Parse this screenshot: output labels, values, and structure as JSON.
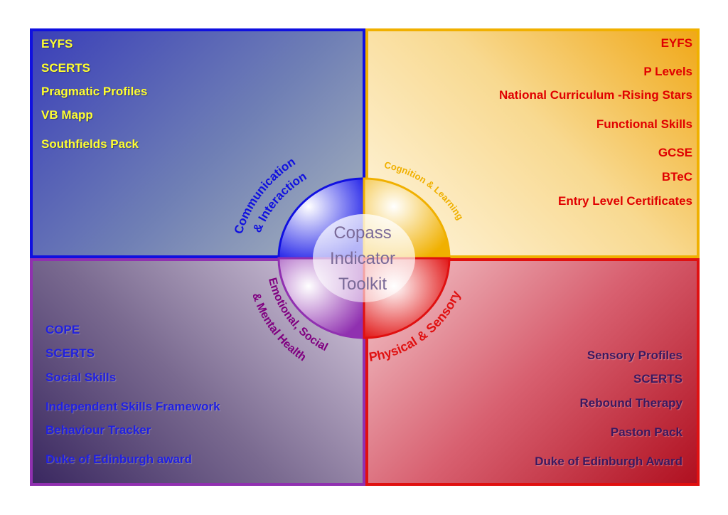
{
  "center": {
    "line1": "Copass",
    "line2": "Indicator",
    "line3": "Toolkit"
  },
  "arcs": {
    "communication_line1": "Communication",
    "communication_line2": "& Interaction",
    "cognition": "Cognition & Learning",
    "emotional_line1": "Emotional, Social",
    "emotional_line2": "& Mental Health",
    "physical": "Physical & Sensory"
  },
  "quadrants": {
    "communication": [
      "EYFS",
      "SCERTS",
      "Pragmatic Profiles",
      "VB Mapp",
      "Southfields Pack"
    ],
    "cognition": [
      "EYFS",
      "P Levels",
      "National Curriculum -Rising Stars",
      "Functional Skills",
      "GCSE",
      "BTeC",
      "Entry Level Certificates"
    ],
    "emotional": [
      "COPE",
      "SCERTS",
      "Social Skills",
      "Independent Skills Framework",
      "Behaviour Tracker",
      "Duke of Edinburgh award"
    ],
    "physical": [
      "Sensory Profiles",
      "SCERTS",
      "Rebound Therapy",
      "Paston Pack",
      "Duke of Edinburgh Award"
    ]
  },
  "colors": {
    "communication": "#1010e0",
    "cognition": "#f0b000",
    "emotional": "#9030b0",
    "physical": "#e01010"
  }
}
